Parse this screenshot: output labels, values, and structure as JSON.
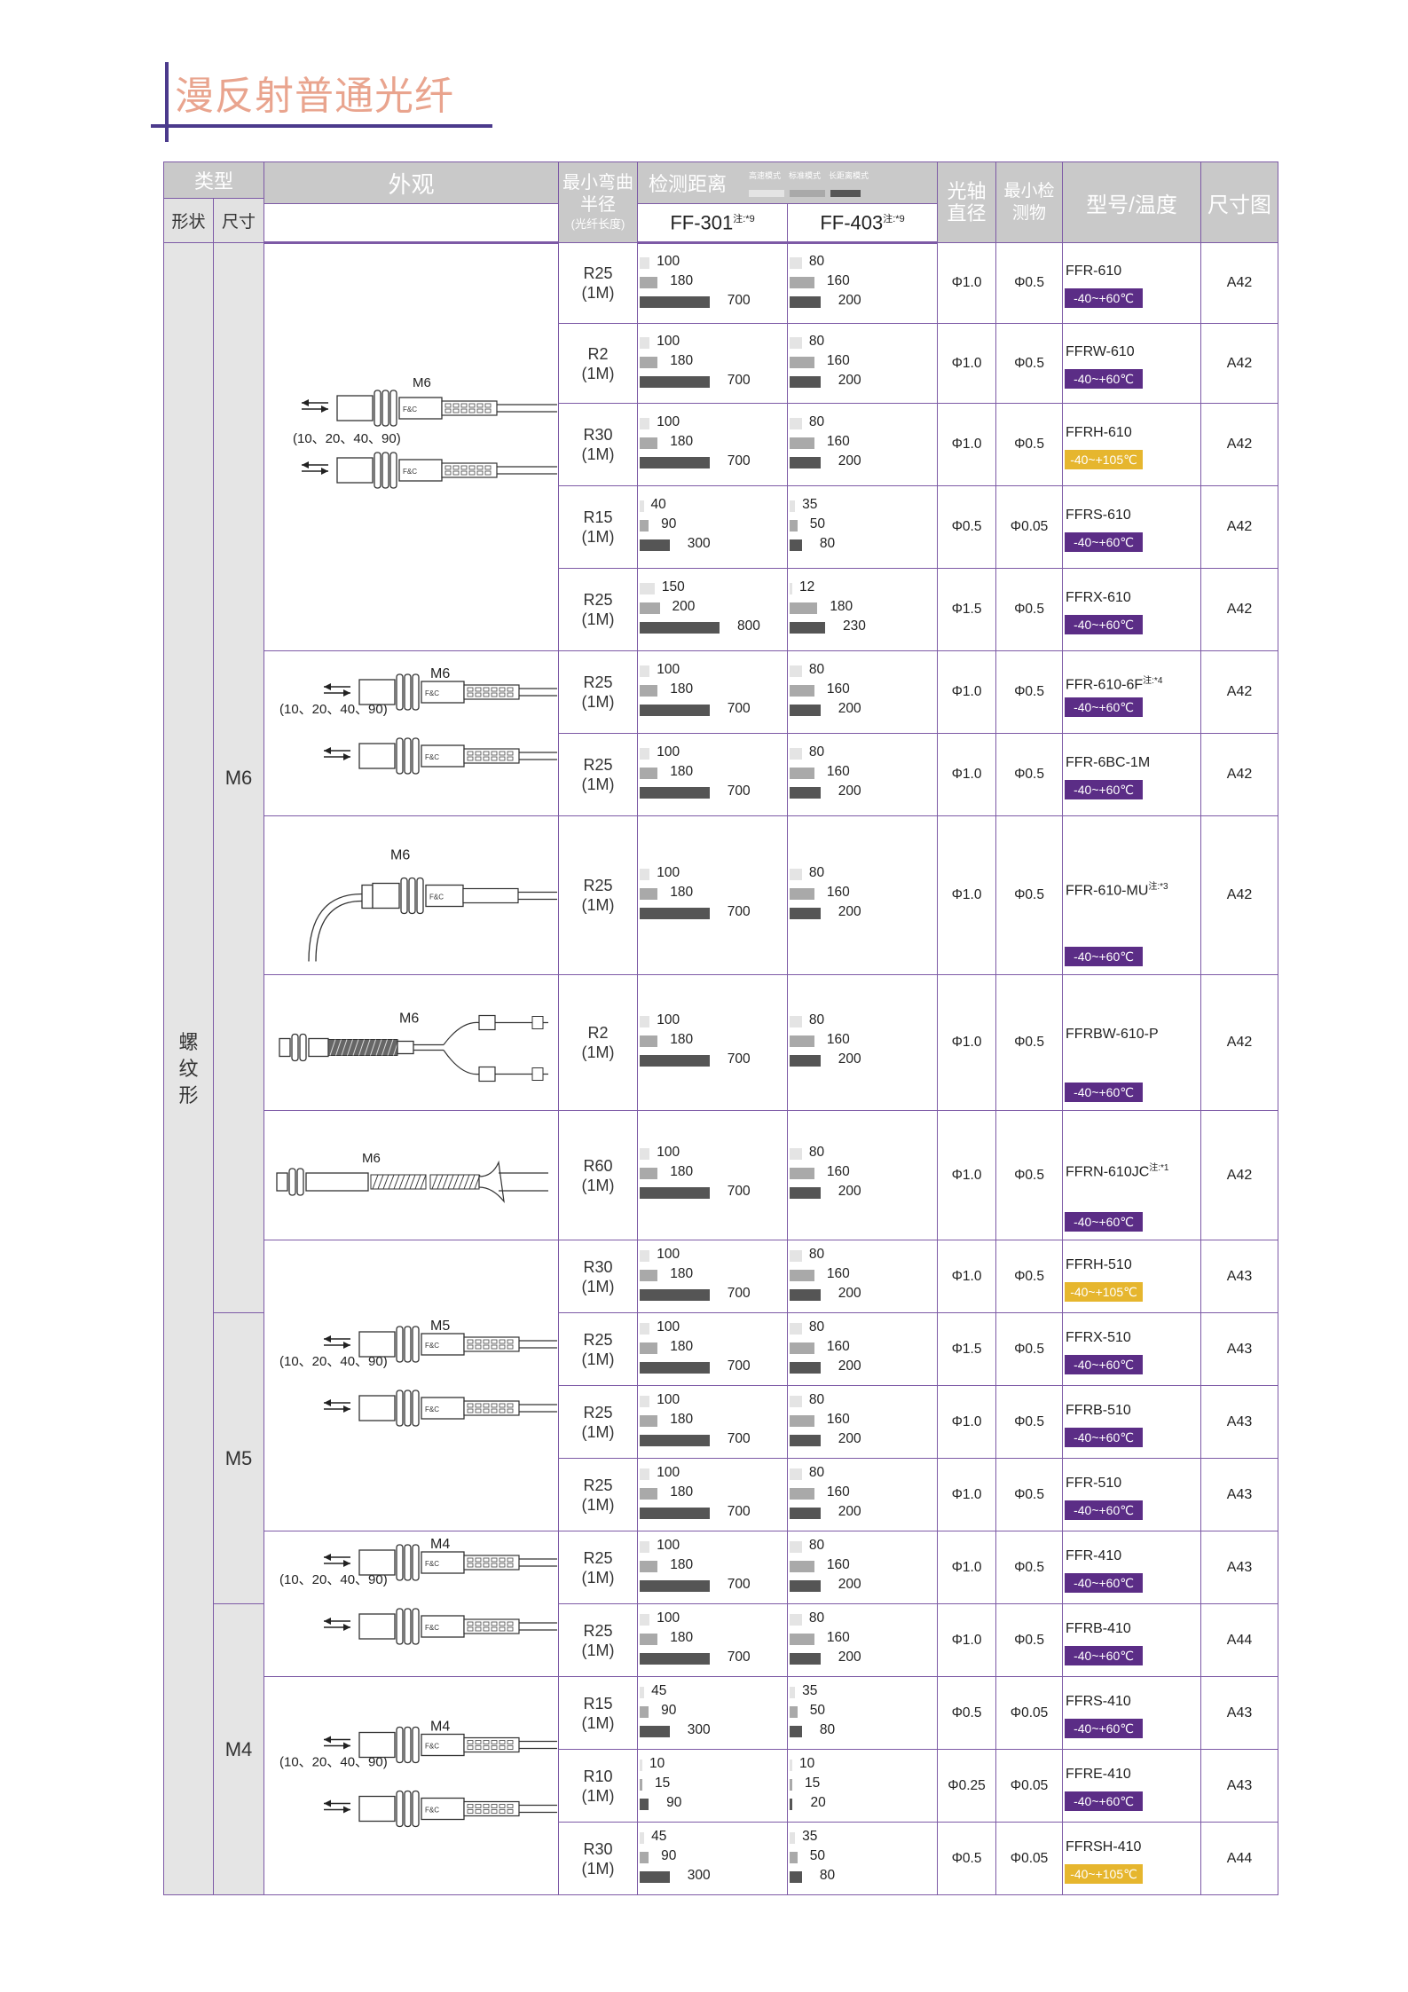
{
  "page_title": "漫反射普通光纤",
  "header": {
    "type": "类型",
    "shape": "形状",
    "size": "尺寸",
    "appearance": "外观",
    "bend_line1": "最小弯曲",
    "bend_line2": "半径",
    "bend_note": "(光纤长度)",
    "distance": "检测距离",
    "modes": [
      "高速模式",
      "标准模式",
      "长距离模式"
    ],
    "mode_colors": [
      "#e4e4e4",
      "#a9a9a9",
      "#555555"
    ],
    "axis_line1": "光轴",
    "axis_line2": "直径",
    "obj_line1": "最小检",
    "obj_line2": "测物",
    "model": "型号/温度",
    "dimension": "尺寸图",
    "amp1": "FF-301",
    "amp1_note": "注:*9",
    "amp2": "FF-403",
    "amp2_note": "注:*9"
  },
  "shape_label": "螺纹形",
  "sizes": [
    "M6",
    "M5",
    "M4"
  ],
  "diagram_labels": {
    "m6": "M6",
    "m5": "M5",
    "m4": "M4",
    "lengths": "(10、20、40、90)"
  },
  "rows": [
    {
      "bend": "R25",
      "len": "(1M)",
      "d1": [
        100,
        180,
        700
      ],
      "d2": [
        80,
        160,
        200
      ],
      "axis": "Φ1.0",
      "obj": "Φ0.5",
      "model": "FFR-610",
      "note": "",
      "temp": "-40~+60℃",
      "tcolor": "purple",
      "dim": "A42"
    },
    {
      "bend": "R2",
      "len": "(1M)",
      "d1": [
        100,
        180,
        700
      ],
      "d2": [
        80,
        160,
        200
      ],
      "axis": "Φ1.0",
      "obj": "Φ0.5",
      "model": "FFRW-610",
      "note": "",
      "temp": "-40~+60℃",
      "tcolor": "purple",
      "dim": "A42"
    },
    {
      "bend": "R30",
      "len": "(1M)",
      "d1": [
        100,
        180,
        700
      ],
      "d2": [
        80,
        160,
        200
      ],
      "axis": "Φ1.0",
      "obj": "Φ0.5",
      "model": "FFRH-610",
      "note": "",
      "temp": "-40~+105℃",
      "tcolor": "yellow",
      "dim": "A42"
    },
    {
      "bend": "R15",
      "len": "(1M)",
      "d1": [
        40,
        90,
        300
      ],
      "d2": [
        35,
        50,
        80
      ],
      "axis": "Φ0.5",
      "obj": "Φ0.05",
      "model": "FFRS-610",
      "note": "",
      "temp": "-40~+60℃",
      "tcolor": "purple",
      "dim": "A42"
    },
    {
      "bend": "R25",
      "len": "(1M)",
      "d1": [
        150,
        200,
        800
      ],
      "d2": [
        12,
        180,
        230
      ],
      "axis": "Φ1.5",
      "obj": "Φ0.5",
      "model": "FFRX-610",
      "note": "",
      "temp": "-40~+60℃",
      "tcolor": "purple",
      "dim": "A42"
    },
    {
      "bend": "R25",
      "len": "(1M)",
      "d1": [
        100,
        180,
        700
      ],
      "d2": [
        80,
        160,
        200
      ],
      "axis": "Φ1.0",
      "obj": "Φ0.5",
      "model": "FFR-610-6F",
      "note": "注:*4",
      "temp": "-40~+60℃",
      "tcolor": "purple",
      "dim": "A42"
    },
    {
      "bend": "R25",
      "len": "(1M)",
      "d1": [
        100,
        180,
        700
      ],
      "d2": [
        80,
        160,
        200
      ],
      "axis": "Φ1.0",
      "obj": "Φ0.5",
      "model": "FFR-6BC-1M",
      "note": "",
      "temp": "-40~+60℃",
      "tcolor": "purple",
      "dim": "A42"
    },
    {
      "bend": "R25",
      "len": "(1M)",
      "d1": [
        100,
        180,
        700
      ],
      "d2": [
        80,
        160,
        200
      ],
      "axis": "Φ1.0",
      "obj": "Φ0.5",
      "model": "FFR-610-MU",
      "note": "注:*3",
      "temp": "-40~+60℃",
      "tcolor": "purple",
      "dim": "A42"
    },
    {
      "bend": "R2",
      "len": "(1M)",
      "d1": [
        100,
        180,
        700
      ],
      "d2": [
        80,
        160,
        200
      ],
      "axis": "Φ1.0",
      "obj": "Φ0.5",
      "model": "FFRBW-610-P",
      "note": "",
      "temp": "-40~+60℃",
      "tcolor": "purple",
      "dim": "A42"
    },
    {
      "bend": "R60",
      "len": "(1M)",
      "d1": [
        100,
        180,
        700
      ],
      "d2": [
        80,
        160,
        200
      ],
      "axis": "Φ1.0",
      "obj": "Φ0.5",
      "model": "FFRN-610JC",
      "note": "注:*1",
      "temp": "-40~+60℃",
      "tcolor": "purple",
      "dim": "A42"
    },
    {
      "bend": "R30",
      "len": "(1M)",
      "d1": [
        100,
        180,
        700
      ],
      "d2": [
        80,
        160,
        200
      ],
      "axis": "Φ1.0",
      "obj": "Φ0.5",
      "model": "FFRH-510",
      "note": "",
      "temp": "-40~+105℃",
      "tcolor": "yellow",
      "dim": "A43"
    },
    {
      "bend": "R25",
      "len": "(1M)",
      "d1": [
        100,
        180,
        700
      ],
      "d2": [
        80,
        160,
        200
      ],
      "axis": "Φ1.5",
      "obj": "Φ0.5",
      "model": "FFRX-510",
      "note": "",
      "temp": "-40~+60℃",
      "tcolor": "purple",
      "dim": "A43"
    },
    {
      "bend": "R25",
      "len": "(1M)",
      "d1": [
        100,
        180,
        700
      ],
      "d2": [
        80,
        160,
        200
      ],
      "axis": "Φ1.0",
      "obj": "Φ0.5",
      "model": "FFRB-510",
      "note": "",
      "temp": "-40~+60℃",
      "tcolor": "purple",
      "dim": "A43"
    },
    {
      "bend": "R25",
      "len": "(1M)",
      "d1": [
        100,
        180,
        700
      ],
      "d2": [
        80,
        160,
        200
      ],
      "axis": "Φ1.0",
      "obj": "Φ0.5",
      "model": "FFR-510",
      "note": "",
      "temp": "-40~+60℃",
      "tcolor": "purple",
      "dim": "A43"
    },
    {
      "bend": "R25",
      "len": "(1M)",
      "d1": [
        100,
        180,
        700
      ],
      "d2": [
        80,
        160,
        200
      ],
      "axis": "Φ1.0",
      "obj": "Φ0.5",
      "model": "FFR-410",
      "note": "",
      "temp": "-40~+60℃",
      "tcolor": "purple",
      "dim": "A43"
    },
    {
      "bend": "R25",
      "len": "(1M)",
      "d1": [
        100,
        180,
        700
      ],
      "d2": [
        80,
        160,
        200
      ],
      "axis": "Φ1.0",
      "obj": "Φ0.5",
      "model": "FFRB-410",
      "note": "",
      "temp": "-40~+60℃",
      "tcolor": "purple",
      "dim": "A44"
    },
    {
      "bend": "R15",
      "len": "(1M)",
      "d1": [
        45,
        90,
        300
      ],
      "d2": [
        35,
        50,
        80
      ],
      "axis": "Φ0.5",
      "obj": "Φ0.05",
      "model": "FFRS-410",
      "note": "",
      "temp": "-40~+60℃",
      "tcolor": "purple",
      "dim": "A43"
    },
    {
      "bend": "R10",
      "len": "(1M)",
      "d1": [
        10,
        15,
        90
      ],
      "d2": [
        10,
        15,
        20
      ],
      "axis": "Φ0.25",
      "obj": "Φ0.05",
      "model": "FFRE-410",
      "note": "",
      "temp": "-40~+60℃",
      "tcolor": "purple",
      "dim": "A43"
    },
    {
      "bend": "R30",
      "len": "(1M)",
      "d1": [
        45,
        90,
        300
      ],
      "d2": [
        35,
        50,
        80
      ],
      "axis": "Φ0.5",
      "obj": "Φ0.05",
      "model": "FFRSH-410",
      "note": "",
      "temp": "-40~+105℃",
      "tcolor": "yellow",
      "dim": "A44"
    }
  ]
}
